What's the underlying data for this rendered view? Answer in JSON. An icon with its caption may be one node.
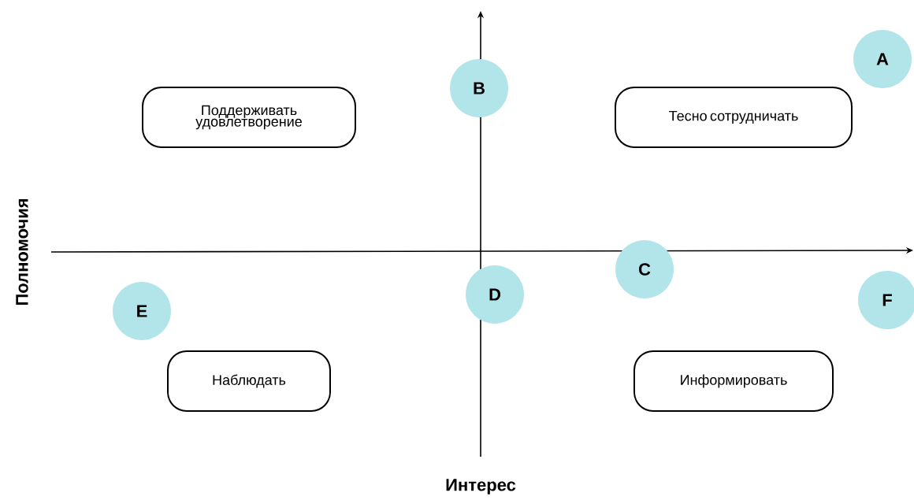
{
  "diagram": {
    "nodes": [
      {
        "text": [
          "A"
        ]
      },
      {
        "text": [
          "B"
        ]
      },
      {
        "text": [
          "Поддерживать удовлетворение"
        ]
      },
      {
        "text": [
          "Тесно сотрудничать"
        ]
      },
      {
        "text": [
          "C"
        ]
      },
      {
        "text": [
          "D"
        ]
      },
      {
        "text": [
          "F"
        ]
      },
      {
        "text": [
          "E"
        ]
      },
      {
        "text": [
          "Наблюдать"
        ]
      },
      {
        "text": [
          "Информировать"
        ]
      }
    ],
    "labels": [
      "Полномочия",
      "Интерес"
    ]
  }
}
